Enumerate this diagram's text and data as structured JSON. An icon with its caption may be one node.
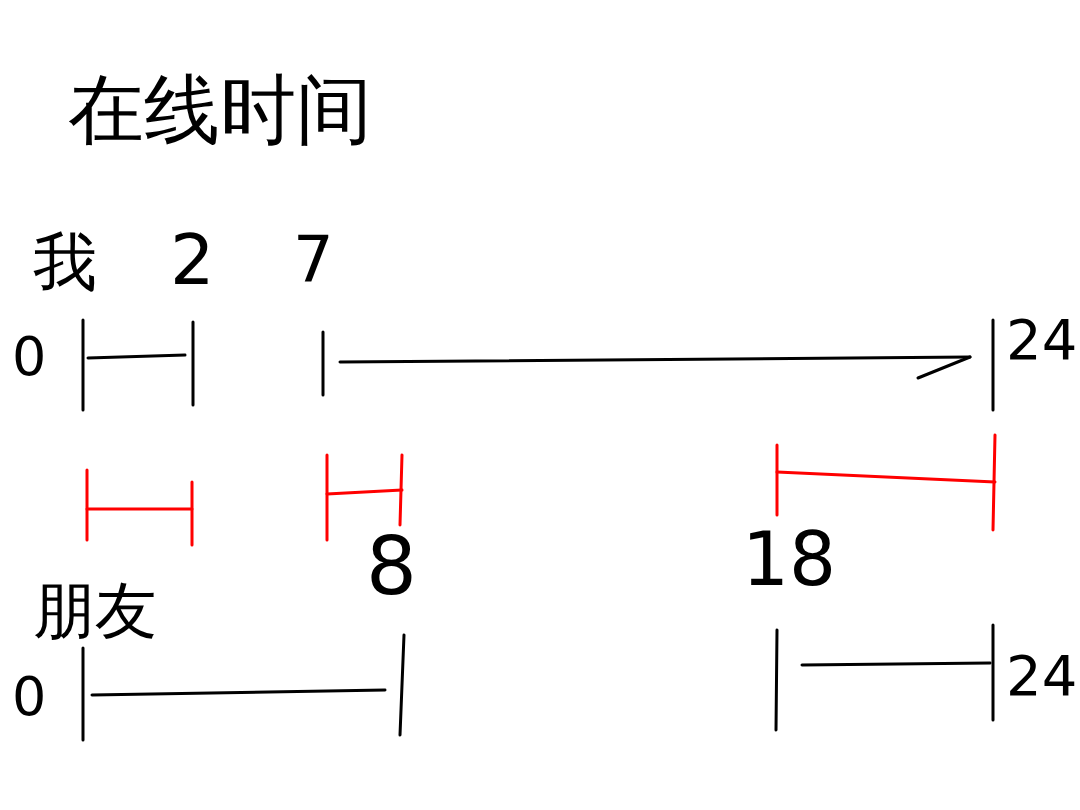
{
  "diagram": {
    "title": "在线时间",
    "labels": [
      "我",
      "2",
      "7",
      "0",
      "24",
      "8",
      "18",
      "朋友",
      "0",
      "24"
    ]
  }
}
